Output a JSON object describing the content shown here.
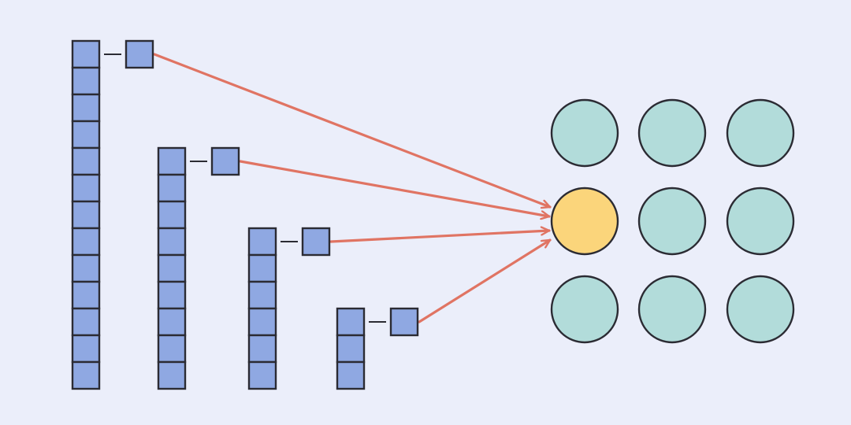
{
  "colors": {
    "background": "#ebeefa",
    "cell_fill": "#8fa8e2",
    "cell_stroke": "#2b2b33",
    "connector": "#2b2b33",
    "arrow": "#e07463",
    "circle_fill": "#b2dcda",
    "highlight_fill": "#fbd57b",
    "circle_stroke": "#2b2b33"
  },
  "stacks": [
    {
      "cells": 13,
      "has_head": true
    },
    {
      "cells": 9,
      "has_head": true
    },
    {
      "cells": 6,
      "has_head": true
    },
    {
      "cells": 3,
      "has_head": true
    }
  ],
  "grid": {
    "rows": 3,
    "cols": 3,
    "highlight": {
      "row": 1,
      "col": 0
    }
  },
  "arrows": [
    {
      "from_stack": 0,
      "to": "highlight"
    },
    {
      "from_stack": 1,
      "to": "highlight"
    },
    {
      "from_stack": 2,
      "to": "highlight"
    },
    {
      "from_stack": 3,
      "to": "highlight"
    }
  ]
}
